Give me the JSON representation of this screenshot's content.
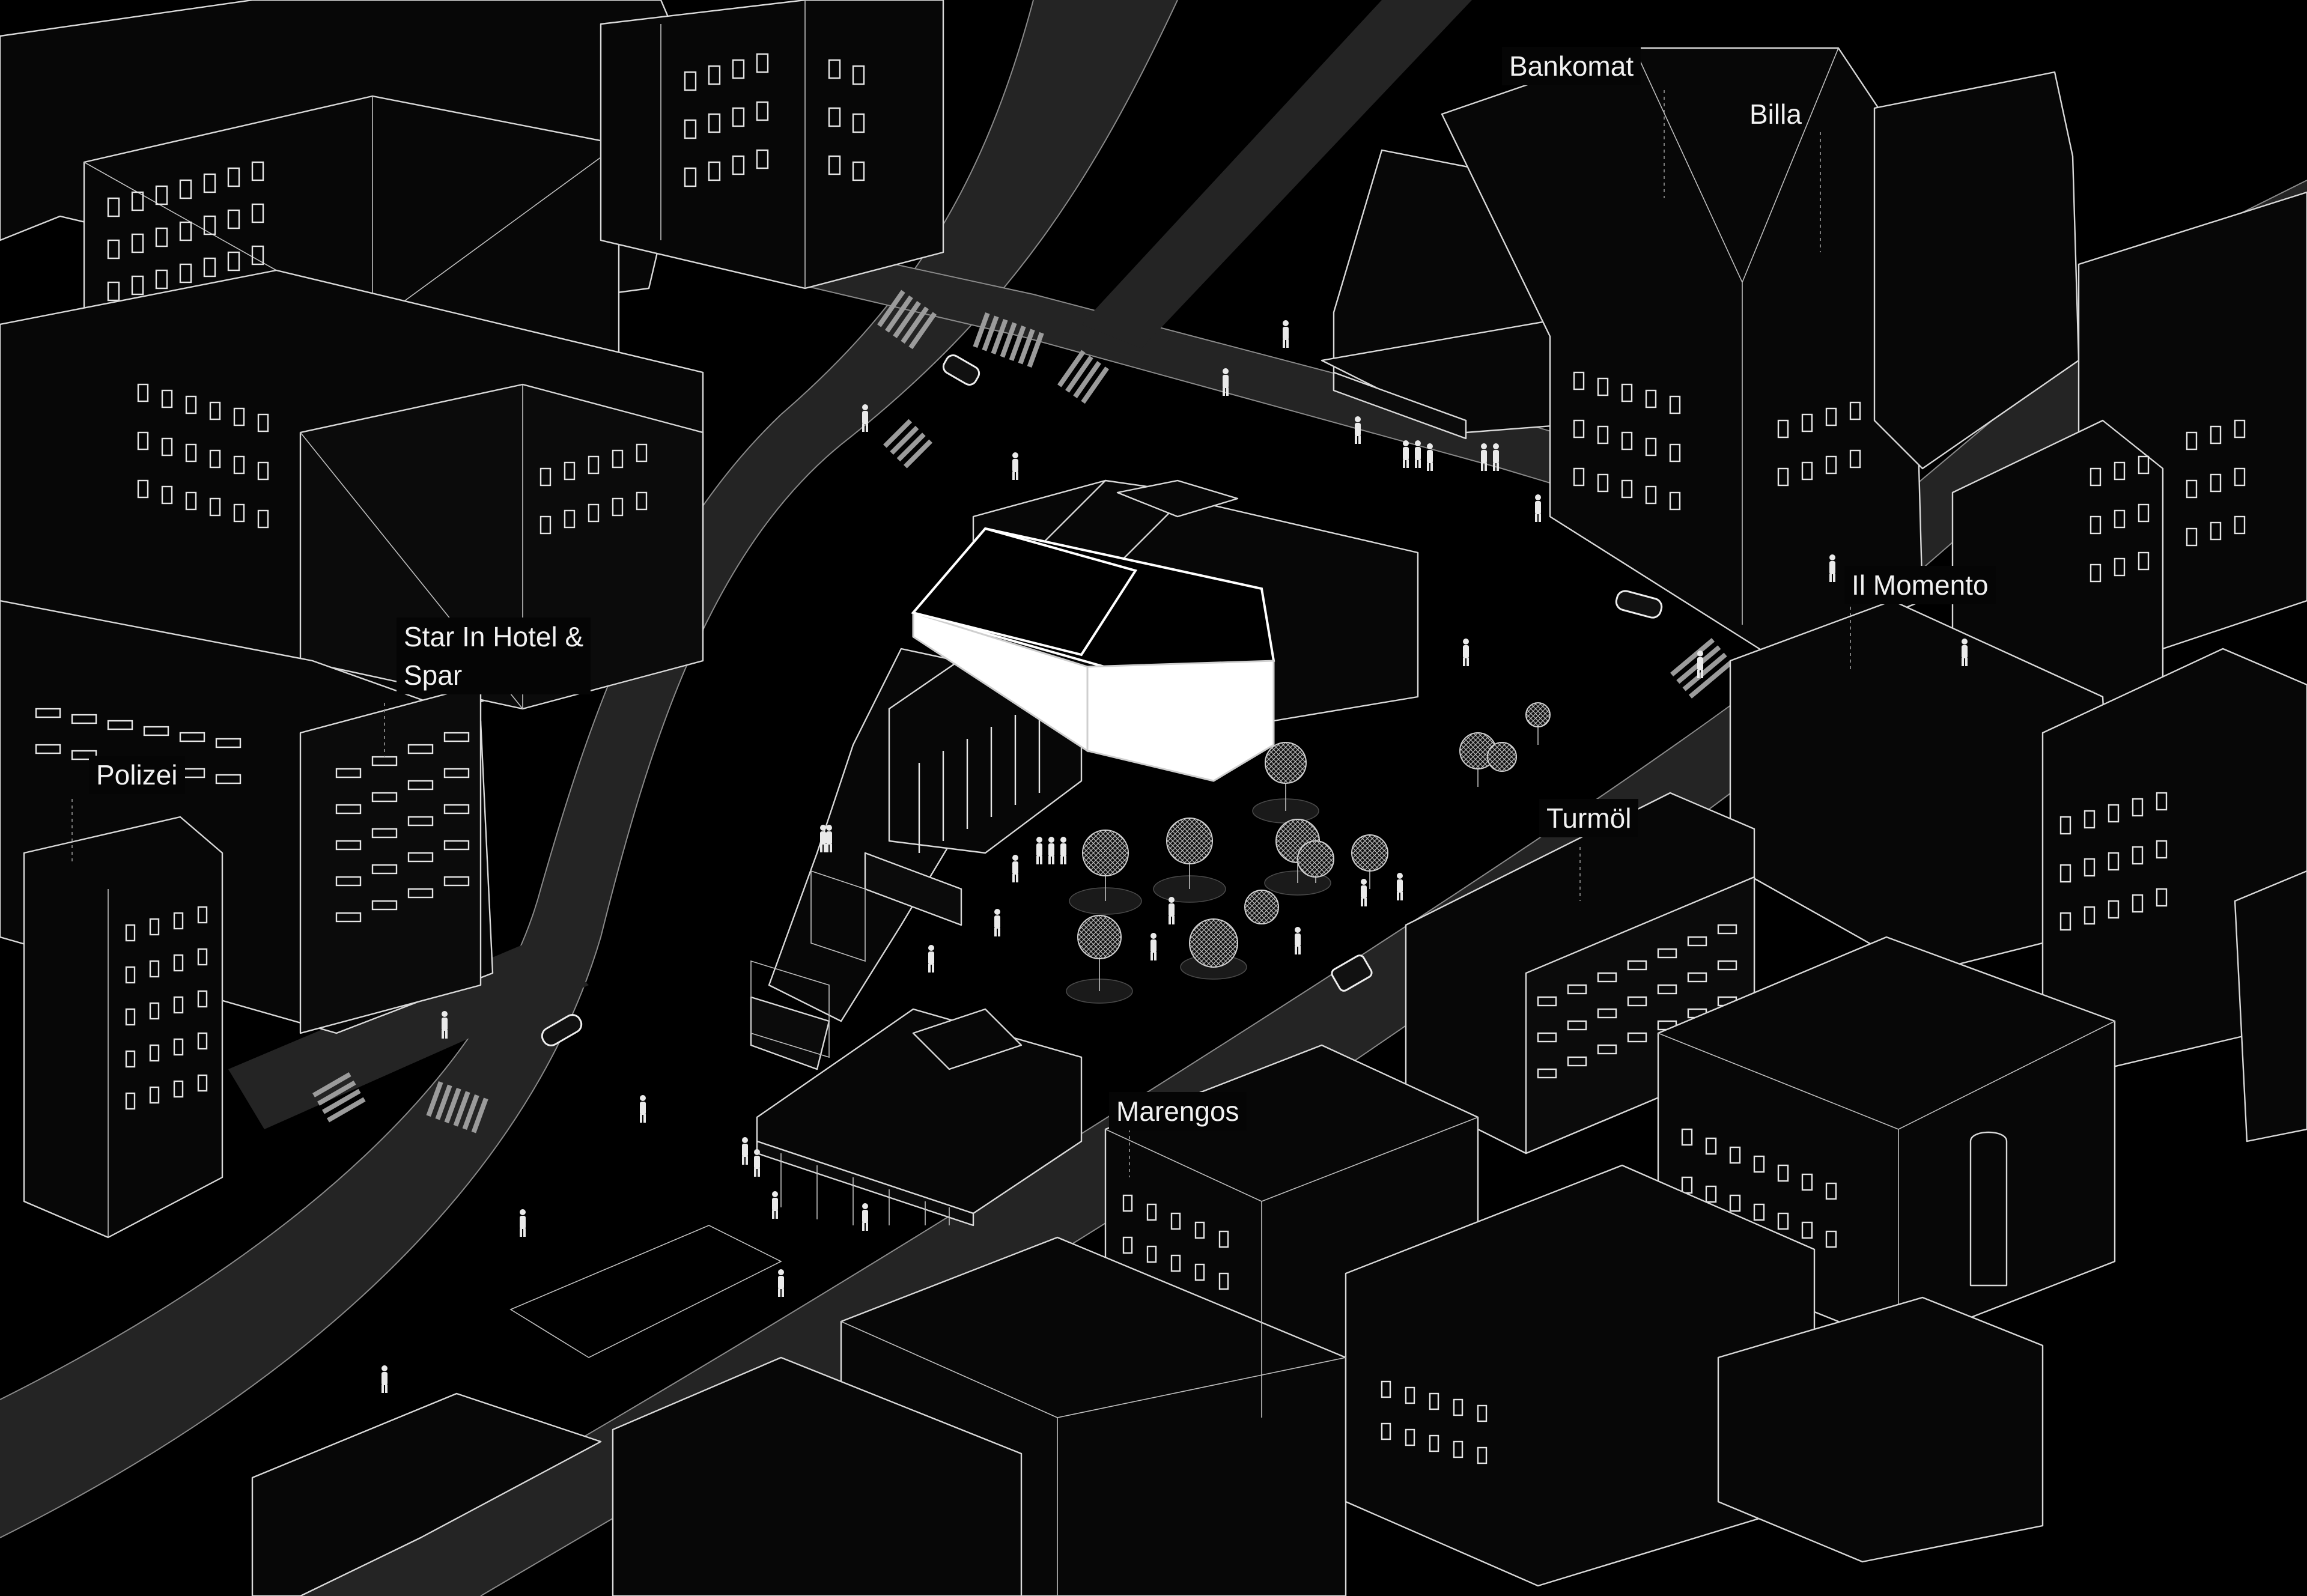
{
  "labels": {
    "bankomat": "Bankomat",
    "billa": "Billa",
    "il_momento": "Il Momento",
    "star_in_hotel": "Star In Hotel &\nSpar",
    "polizei": "Polizei",
    "turmoel": "Turmöl",
    "marengos": "Marengos"
  },
  "colors": {
    "background": "#000000",
    "building_fill": "#070707",
    "line": "#d9d9d9",
    "road": "#242424",
    "highlight_wall": "#ffffff"
  }
}
